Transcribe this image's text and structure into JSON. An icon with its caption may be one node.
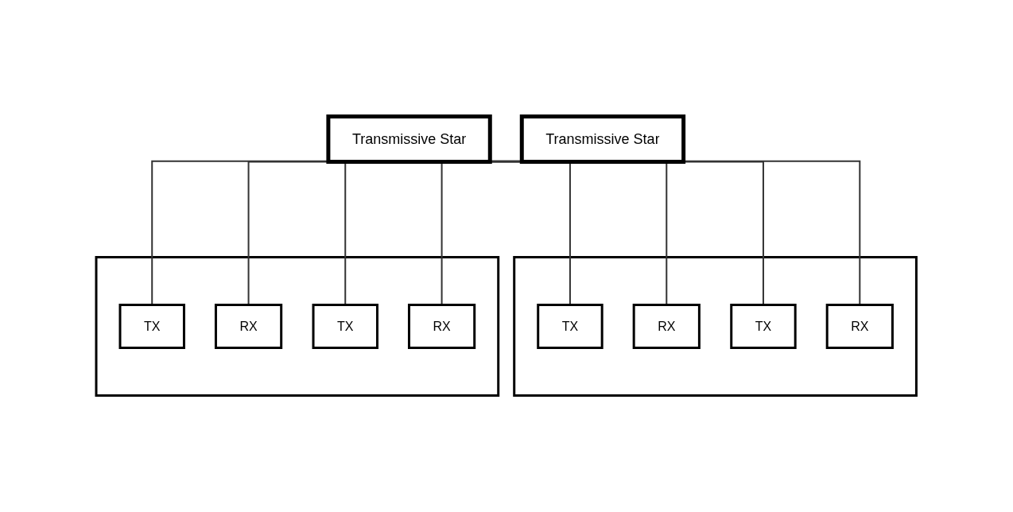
{
  "diagram": {
    "nodes": [
      {
        "text": [
          "Transmissive Star"
        ]
      },
      {
        "text": [
          "Transmissive Star"
        ]
      },
      {
        "text": [],
        "shape": "box"
      },
      {
        "text": [
          "TX"
        ],
        "in": 2
      },
      {
        "text": [
          "RX"
        ],
        "in": 2
      },
      {
        "text": [
          "TX"
        ],
        "in": 2
      },
      {
        "text": [
          "RX"
        ],
        "in": 2
      },
      {
        "text": [],
        "shape": "box"
      },
      {
        "text": [
          "TX"
        ],
        "in": 7
      },
      {
        "text": [
          "RX"
        ],
        "in": 7
      },
      {
        "text": [
          "TX"
        ],
        "in": 7
      },
      {
        "text": [
          "RX"
        ],
        "in": 7
      }
    ],
    "edges": [
      {
        "from": 1,
        "to": 3,
        "arrow": "none"
      },
      {
        "from": 0,
        "to": 5,
        "arrow": "none"
      },
      {
        "from": 0,
        "to": 10,
        "arrow": "none"
      },
      {
        "from": 1,
        "to": 8,
        "arrow": "none"
      },
      {
        "from": 0,
        "to": 6,
        "arrow": "none"
      },
      {
        "from": 1,
        "to": 4,
        "arrow": "none"
      },
      {
        "from": 0,
        "to": 11,
        "arrow": "none"
      },
      {
        "from": 1,
        "to": 9,
        "arrow": "none"
      }
    ]
  }
}
